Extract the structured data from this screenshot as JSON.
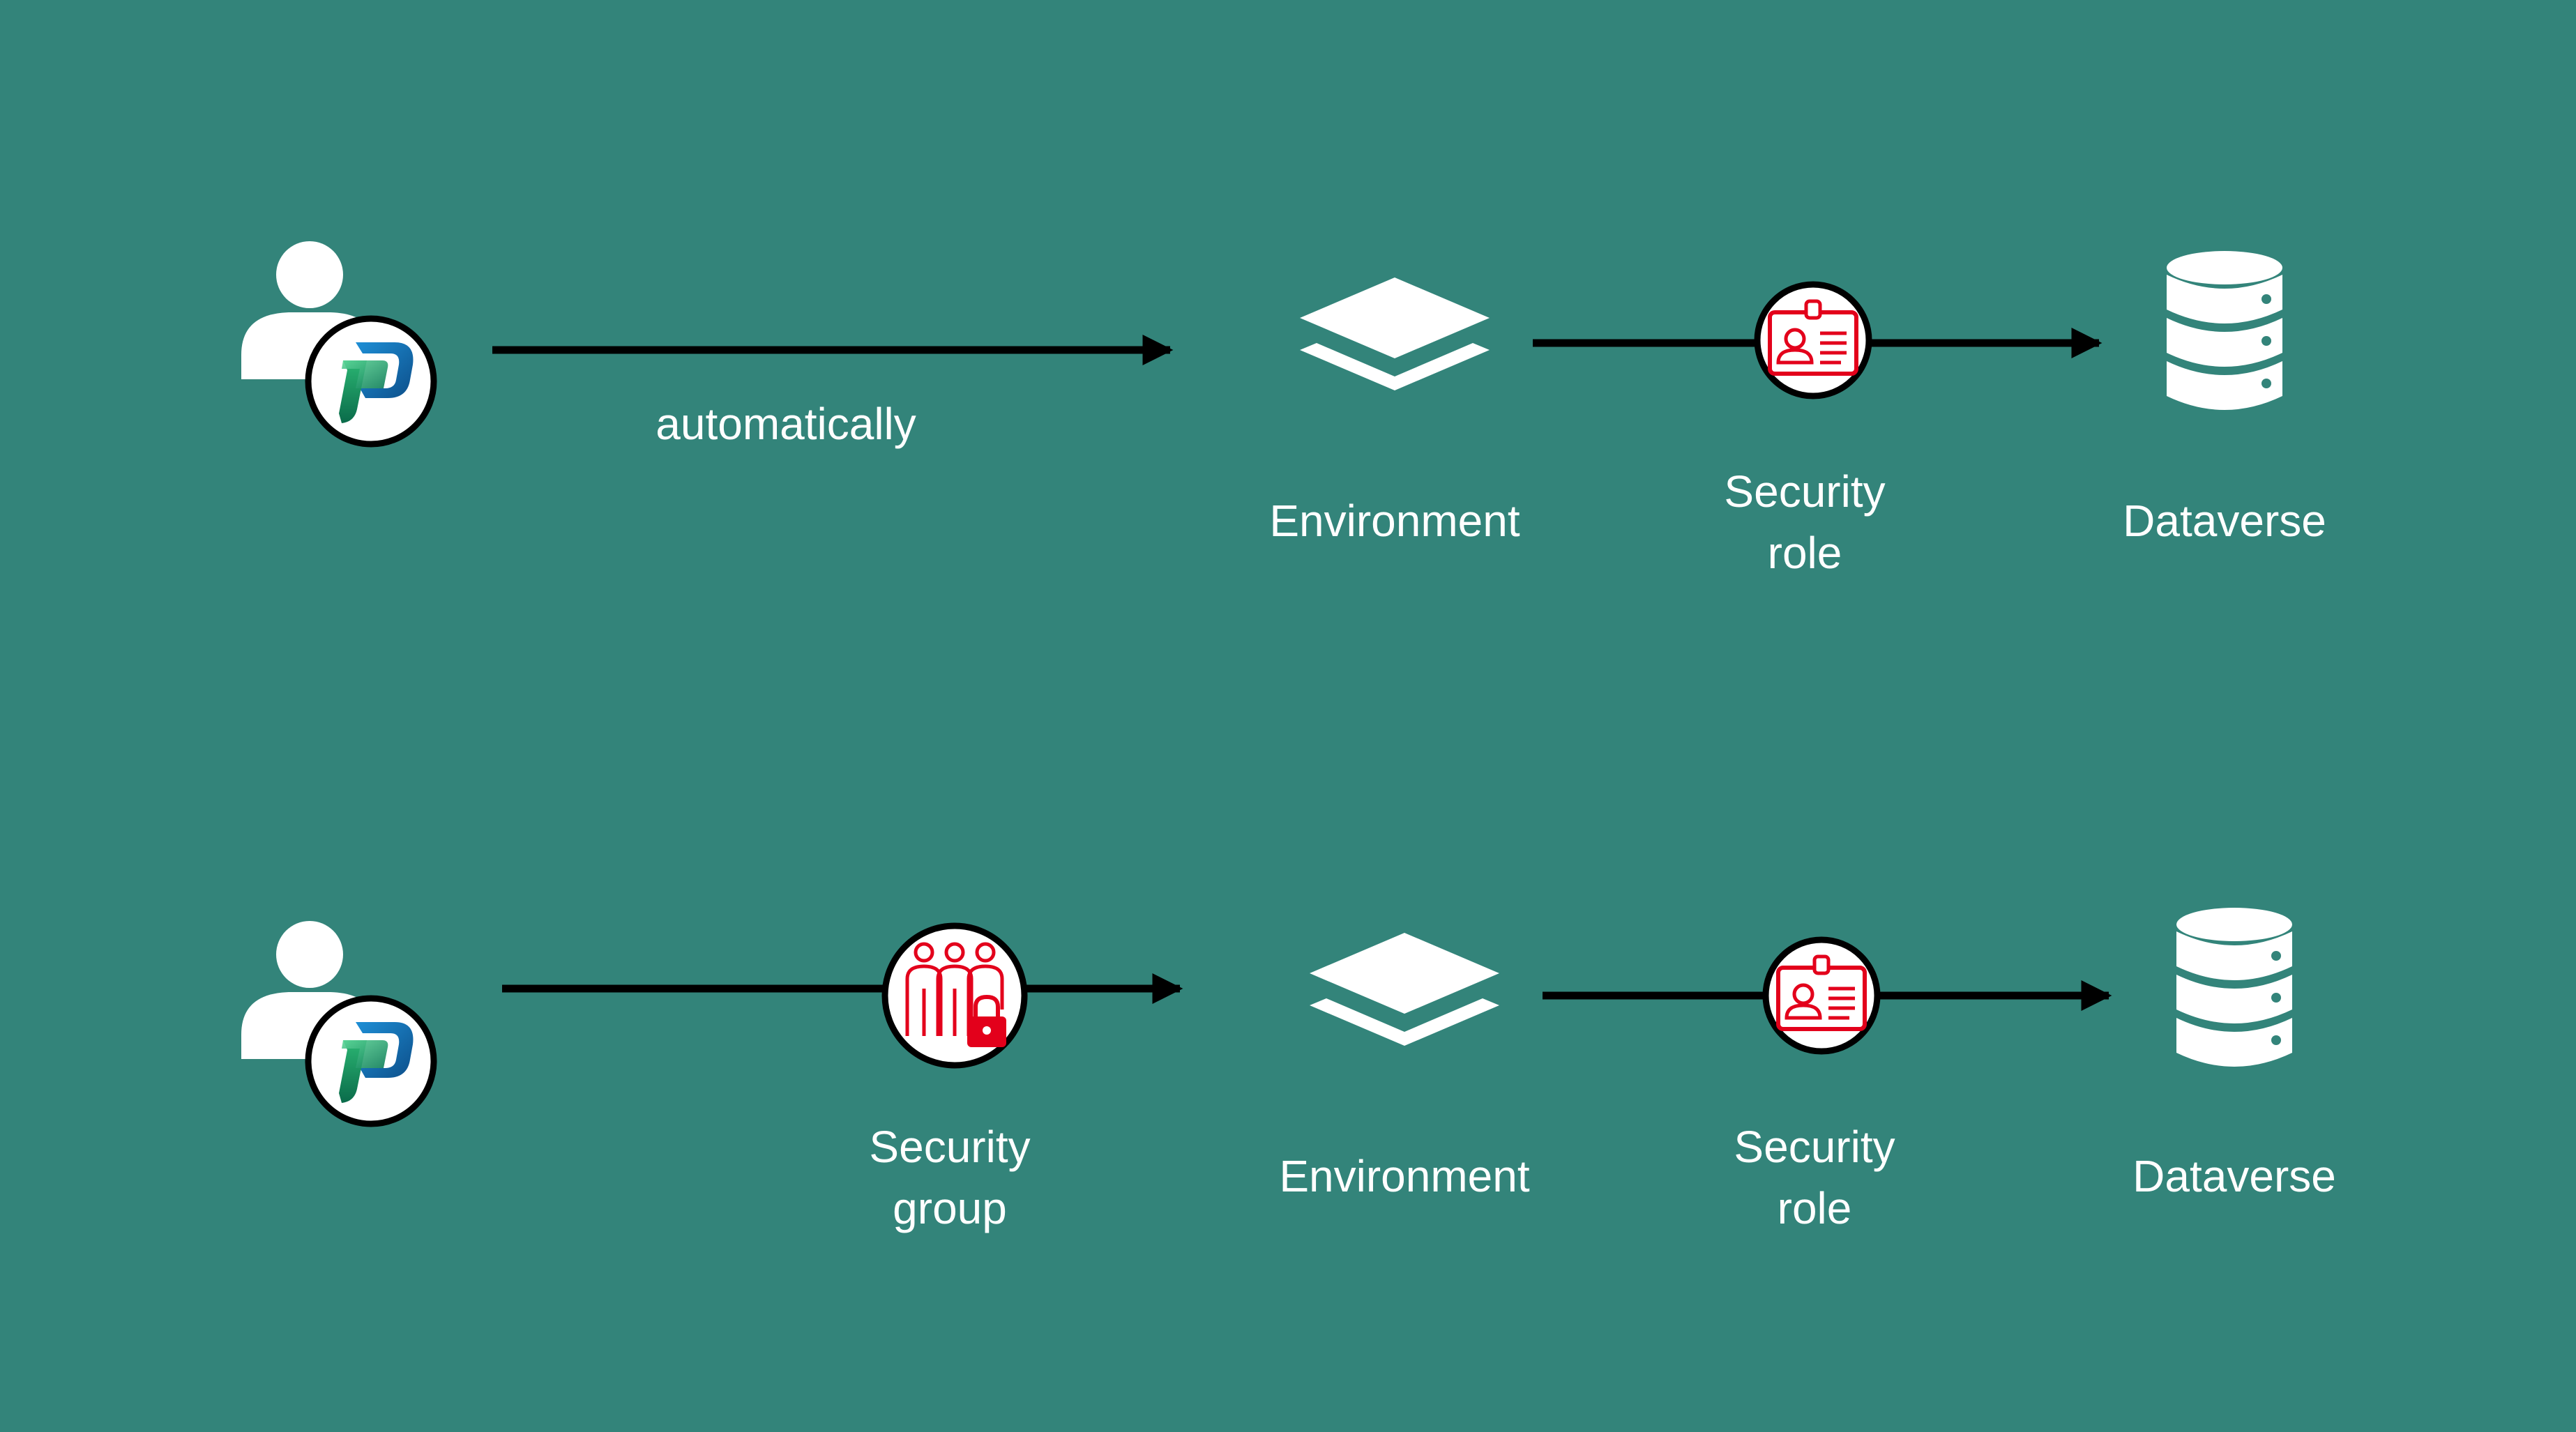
{
  "colors": {
    "background": "#33847A",
    "arrow": "#000000",
    "icon_white": "#FFFFFF",
    "security_red": "#E3001B",
    "powerapps_green_dark": "#0B6A4E",
    "powerapps_green_light": "#3FCB8A",
    "powerapps_blue": "#0F6CBD"
  },
  "icons": {
    "user": "user-icon",
    "power_apps": "power-apps-logo-icon",
    "environment": "layers-icon",
    "security_role": "id-badge-icon",
    "security_group": "people-lock-icon",
    "dataverse": "database-icon"
  },
  "flow_automatic": {
    "edge_label": "automatically",
    "environment": "Environment",
    "security_role": {
      "line1": "Security",
      "line2": "role"
    },
    "dataverse": "Dataverse"
  },
  "flow_group": {
    "security_group": {
      "line1": "Security",
      "line2": "group"
    },
    "environment": "Environment",
    "security_role": {
      "line1": "Security",
      "line2": "role"
    },
    "dataverse": "Dataverse"
  }
}
